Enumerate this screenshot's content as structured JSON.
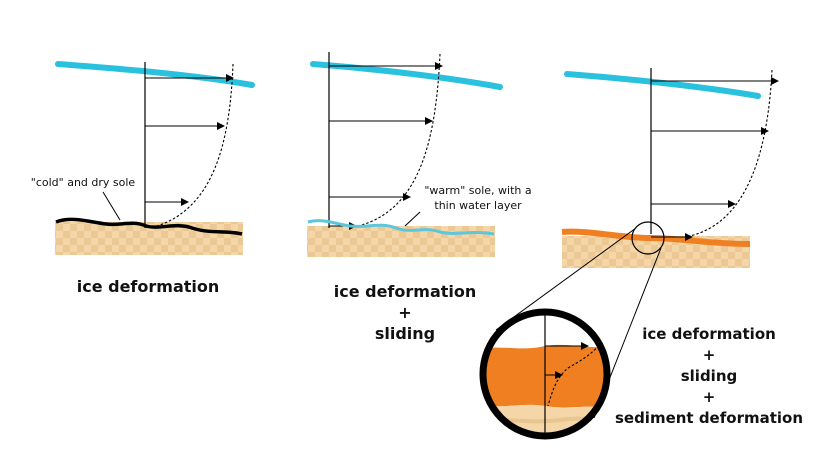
{
  "captions": {
    "panel1": [
      "ice deformation"
    ],
    "panel2": [
      "ice deformation",
      "+",
      "sliding"
    ],
    "panel3": [
      "ice deformation",
      "+",
      "sliding",
      "+",
      "sediment deformation"
    ]
  },
  "annotations": {
    "cold_sole": "\"cold\" and dry sole",
    "warm_sole_line1": "\"warm\" sole, with a",
    "warm_sole_line2": "thin water layer"
  },
  "colors": {
    "ice_surface": "#29c1de",
    "sediment_light": "#f5d6a8",
    "sediment_dark": "#e6be85",
    "water_layer": "#5bc6dc",
    "deforming_sediment": "#f07f22",
    "bed_line_cold": "#000000",
    "velocity_arrows": "#000000"
  }
}
